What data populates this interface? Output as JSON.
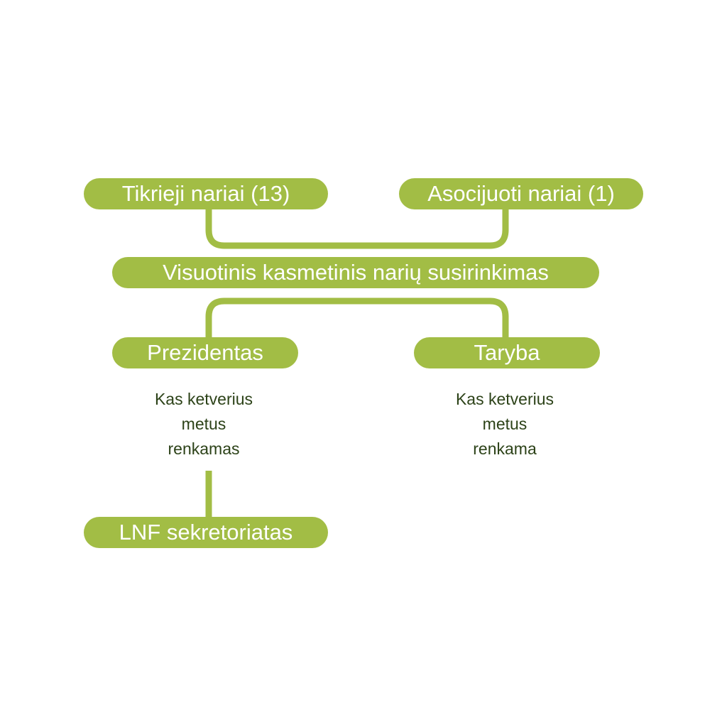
{
  "nodes": {
    "tikrieji": "Tikrieji nariai (13)",
    "asocijuoti": "Asocijuoti nariai (1)",
    "susirinkimas": "Visuotinis kasmetinis narių susirinkimas",
    "prezidentas": "Prezidentas",
    "taryba": "Taryba",
    "sekretoriatas": "LNF sekretoriatas"
  },
  "notes": {
    "prezidentas": [
      "Kas ketverius",
      "metus",
      "renkamas"
    ],
    "taryba": [
      "Kas ketverius",
      "metus",
      "renkama"
    ]
  },
  "colors": {
    "node_fill": "#a2bd45",
    "node_text": "#ffffff",
    "note_text": "#2c4218"
  }
}
